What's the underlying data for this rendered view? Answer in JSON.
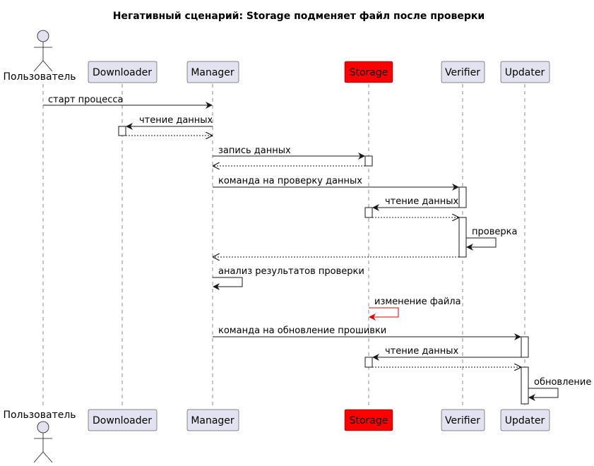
{
  "title": "Негативный сценарий: Storage подменяет файл после проверки",
  "colors": {
    "participant_fill": "#E2E2F0",
    "highlight_fill": "#FF0000",
    "line": "#181818",
    "red_arrow": "#E00000"
  },
  "participants": [
    {
      "id": "user",
      "label": "Пользователь",
      "kind": "actor"
    },
    {
      "id": "downloader",
      "label": "Downloader",
      "kind": "participant"
    },
    {
      "id": "manager",
      "label": "Manager",
      "kind": "participant"
    },
    {
      "id": "storage",
      "label": "Storage",
      "kind": "participant",
      "highlight": true
    },
    {
      "id": "verifier",
      "label": "Verifier",
      "kind": "participant"
    },
    {
      "id": "updater",
      "label": "Updater",
      "kind": "participant"
    }
  ],
  "messages": [
    {
      "from": "user",
      "to": "manager",
      "label": "старт процесса",
      "style": "solid"
    },
    {
      "from": "manager",
      "to": "downloader",
      "label": "чтение данных",
      "style": "solid"
    },
    {
      "from": "downloader",
      "to": "manager",
      "label": "",
      "style": "dashed"
    },
    {
      "from": "manager",
      "to": "storage",
      "label": "запись данных",
      "style": "solid"
    },
    {
      "from": "storage",
      "to": "manager",
      "label": "",
      "style": "dashed"
    },
    {
      "from": "manager",
      "to": "verifier",
      "label": "команда на проверку данных",
      "style": "solid"
    },
    {
      "from": "verifier",
      "to": "storage",
      "label": "чтение данных",
      "style": "solid"
    },
    {
      "from": "storage",
      "to": "verifier",
      "label": "",
      "style": "dashed"
    },
    {
      "from": "verifier",
      "to": "verifier",
      "label": "проверка",
      "style": "self"
    },
    {
      "from": "verifier",
      "to": "manager",
      "label": "",
      "style": "dashed"
    },
    {
      "from": "manager",
      "to": "manager",
      "label": "анализ результатов проверки",
      "style": "self"
    },
    {
      "from": "storage",
      "to": "storage",
      "label": "изменение файла",
      "style": "self",
      "color": "red"
    },
    {
      "from": "manager",
      "to": "updater",
      "label": "команда на обновление прошивки",
      "style": "solid"
    },
    {
      "from": "updater",
      "to": "storage",
      "label": "чтение данных",
      "style": "solid"
    },
    {
      "from": "storage",
      "to": "updater",
      "label": "",
      "style": "dashed"
    },
    {
      "from": "updater",
      "to": "updater",
      "label": "обновление",
      "style": "self"
    }
  ]
}
